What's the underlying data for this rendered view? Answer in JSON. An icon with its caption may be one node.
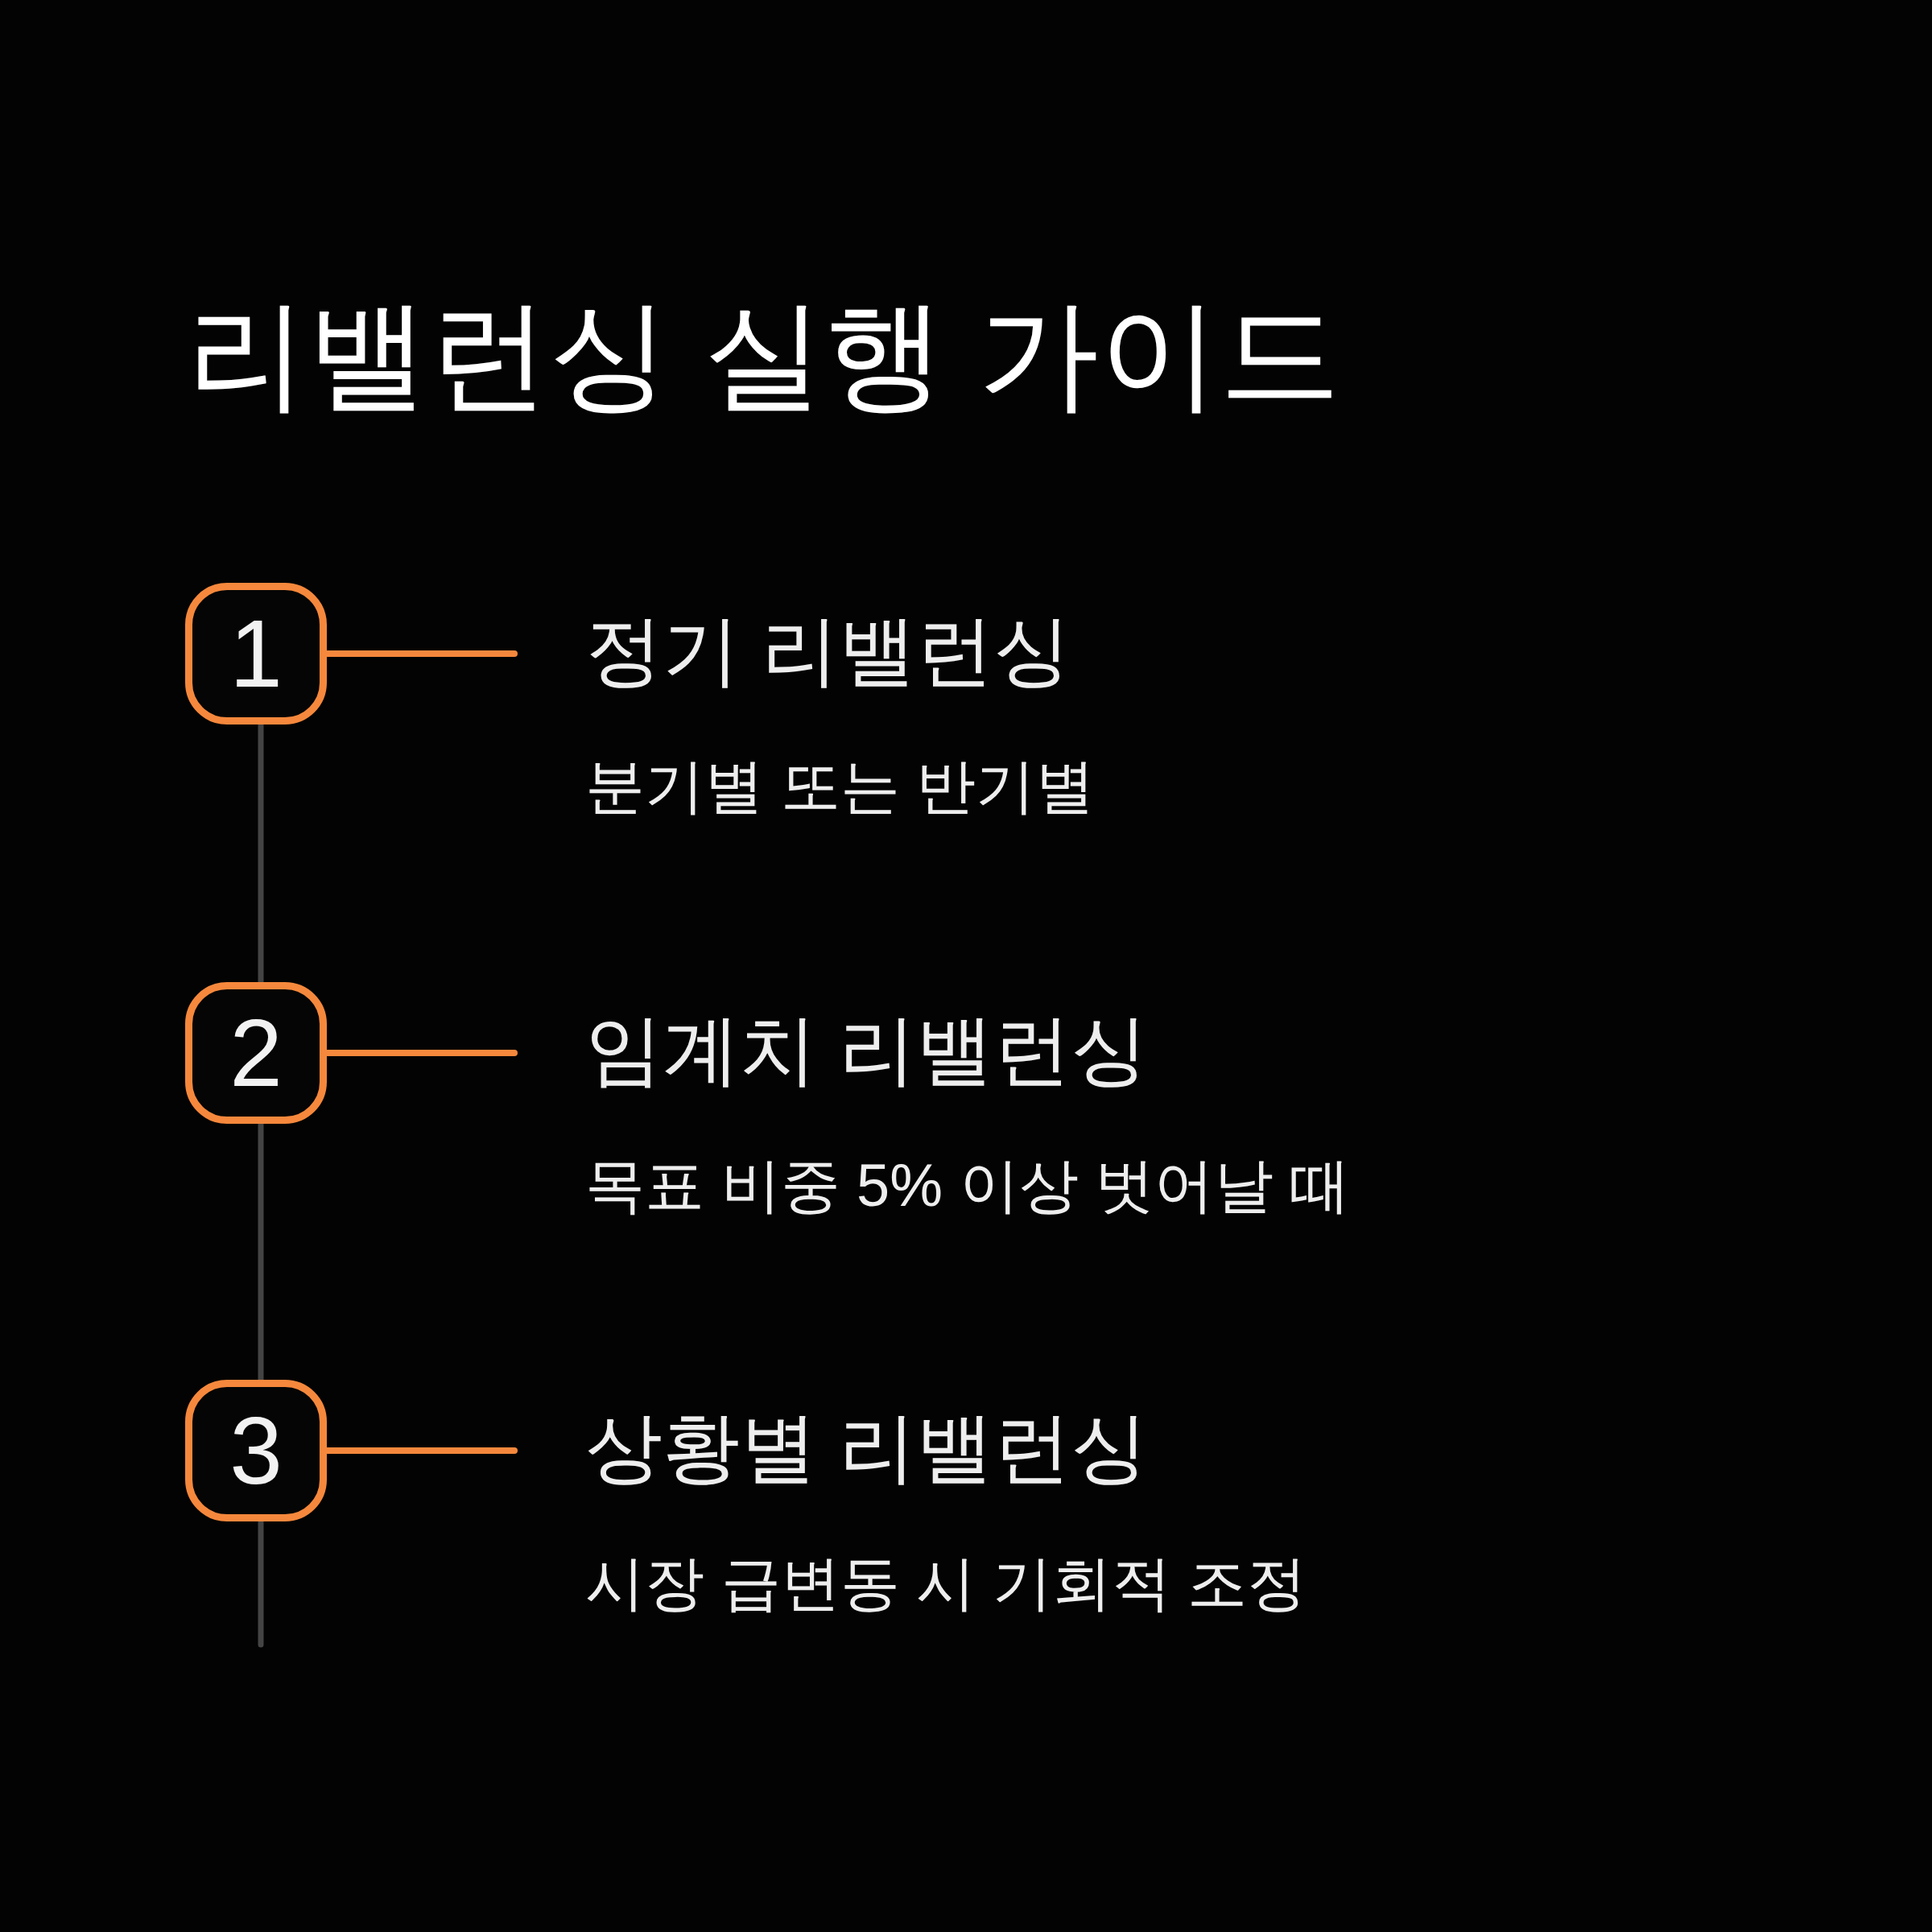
{
  "diagram": {
    "title": "리밸런싱 실행 가이드",
    "nodes": [
      {
        "text": [
          "1"
        ]
      },
      {
        "text": [
          "정기 리밸런싱",
          "분기별 또는 반기별"
        ]
      },
      {
        "text": [
          "2"
        ]
      },
      {
        "text": [
          "임계치 리밸런싱",
          "목표 비중 5% 이상 벗어날 때"
        ]
      },
      {
        "text": [
          "3"
        ]
      },
      {
        "text": [
          "상황별 리밸런싱",
          "시장 급변동 시 기회적 조정"
        ]
      }
    ],
    "edges": [
      {
        "from": 0,
        "to": 1,
        "arrow": "none",
        "color": "#f5883c"
      },
      {
        "from": 2,
        "to": 3,
        "arrow": "none",
        "color": "#f5883c"
      },
      {
        "from": 4,
        "to": 5,
        "arrow": "none",
        "color": "#f5883c"
      },
      {
        "from": 0,
        "to": 2,
        "arrow": "none",
        "color": "#444444"
      },
      {
        "from": 2,
        "to": 4,
        "arrow": "none",
        "color": "#444444"
      },
      {
        "from": 4,
        "to": null,
        "arrow": "none",
        "color": "#444444"
      }
    ]
  }
}
